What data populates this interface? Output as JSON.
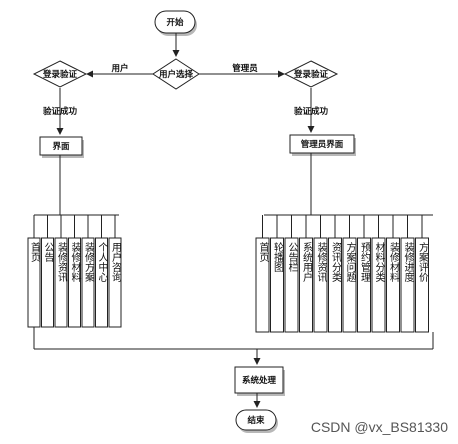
{
  "nodes": {
    "start": "开始",
    "user_choice": "用户选择",
    "login_left": "登录验证",
    "login_right": "登录验证",
    "ui_user": "界面",
    "ui_admin": "管理员界面",
    "system": "系统处理",
    "end": "结束"
  },
  "edges": {
    "user": "用户",
    "admin": "管理员",
    "verify_ok_left": "验证成功",
    "verify_ok_right": "验证成功"
  },
  "user_modules": [
    "首页",
    "公告",
    "装修资讯",
    "装修材料",
    "装修方案",
    "个人中心",
    "用户咨询"
  ],
  "admin_modules": [
    "首页",
    "轮播图",
    "公告栏",
    "系统用户",
    "装修资讯",
    "资讯分类",
    "方案问题",
    "预约管理",
    "材料分类",
    "装修材料",
    "装修进度",
    "方案评价"
  ],
  "watermark": "CSDN @vx_BS81330"
}
